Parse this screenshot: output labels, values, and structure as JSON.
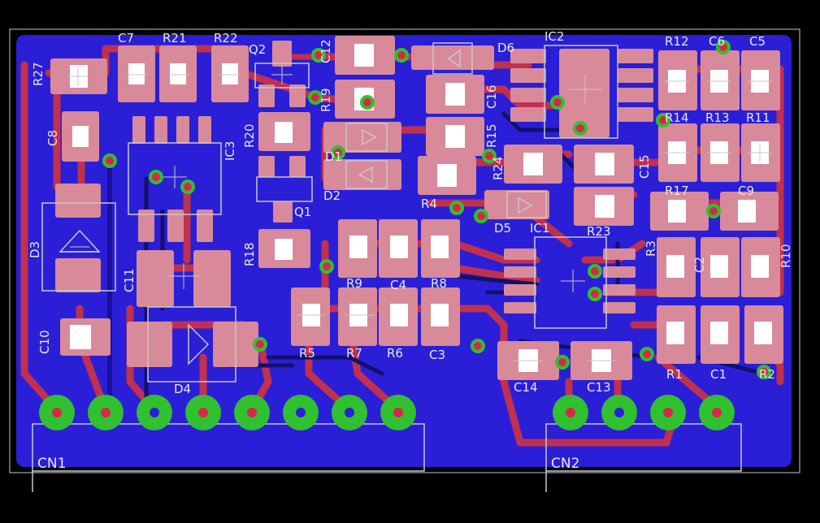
{
  "board": {
    "copper_color": "#2a1fd6",
    "trace_color": "#c0304f",
    "pad_color": "#d88a9a",
    "via_color": "#30c030",
    "silk_color": "#c8c8c8",
    "background": "#000000"
  },
  "labels": {
    "R27": "R27",
    "C7": "C7",
    "R21": "R21",
    "R22": "R22",
    "Q2": "Q2",
    "C12": "C12",
    "R19": "R19",
    "D6": "D6",
    "IC2": "IC2",
    "R12": "R12",
    "C6": "C6",
    "C5": "C5",
    "C8": "C8",
    "IC3": "IC3",
    "R20": "R20",
    "C16": "C16",
    "R15": "R15",
    "D1": "D1",
    "R14": "R14",
    "R13": "R13",
    "R11": "R11",
    "D2": "D2",
    "R24": "R24",
    "C15": "C15",
    "Q1": "Q1",
    "R4": "R4",
    "R17": "R17",
    "C9": "C9",
    "D3": "D3",
    "D5": "D5",
    "IC1": "IC1",
    "R23": "R23",
    "R18": "R18",
    "R3": "R3",
    "C2": "C2",
    "R10": "R10",
    "C11": "C11",
    "R9": "R9",
    "C4": "C4",
    "R8": "R8",
    "C10": "C10",
    "R5": "R5",
    "R7": "R7",
    "R6": "R6",
    "C3": "C3",
    "R1": "R1",
    "C1": "C1",
    "R2": "R2",
    "D4": "D4",
    "C14": "C14",
    "C13": "C13",
    "CN1": "CN1",
    "CN2": "CN2"
  }
}
